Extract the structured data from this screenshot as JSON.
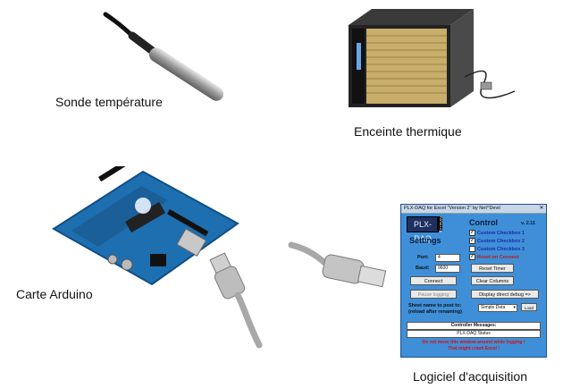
{
  "captions": {
    "probe": "Sonde température",
    "enclosure": "Enceinte thermique",
    "arduino": "Carte Arduino",
    "software": "Logiciel d'acquisition"
  },
  "plx": {
    "title": "PLX-DAQ for Excel \"Version 2\" by Net^Devil",
    "logo": "PLX-DAQ",
    "logo_side": "PARALLAX",
    "control_heading": "Control",
    "version": "v. 2.11",
    "settings_heading": "Settings",
    "port_label": "Port:",
    "port_value": "4",
    "baud_label": "Baud:",
    "baud_value": "9600",
    "checkboxes": [
      {
        "label": "Custom Checkbox 1",
        "checked": "✓"
      },
      {
        "label": "Custom Checkbox 2",
        "checked": "✓"
      },
      {
        "label": "Custom Checkbox 3",
        "checked": ""
      },
      {
        "label": "Reset on Connect",
        "checked": "✓"
      }
    ],
    "connect_button": "Connect",
    "pause_button": "Pause logging",
    "reset_timer_button": "Reset Timer",
    "clear_columns_button": "Clear Columns",
    "debug_button": "Display direct debug =>",
    "sheet_label": "Sheet name to post to:",
    "sheet_sublabel": "(reload after renaming)",
    "sheet_value": "Simple Data",
    "load_button": "Load",
    "controller_messages": "Controller Messages:",
    "status": "PLX-DAQ Status",
    "warning1": "Do not move this window around while logging !",
    "warning2": "That might crash Excel !"
  }
}
